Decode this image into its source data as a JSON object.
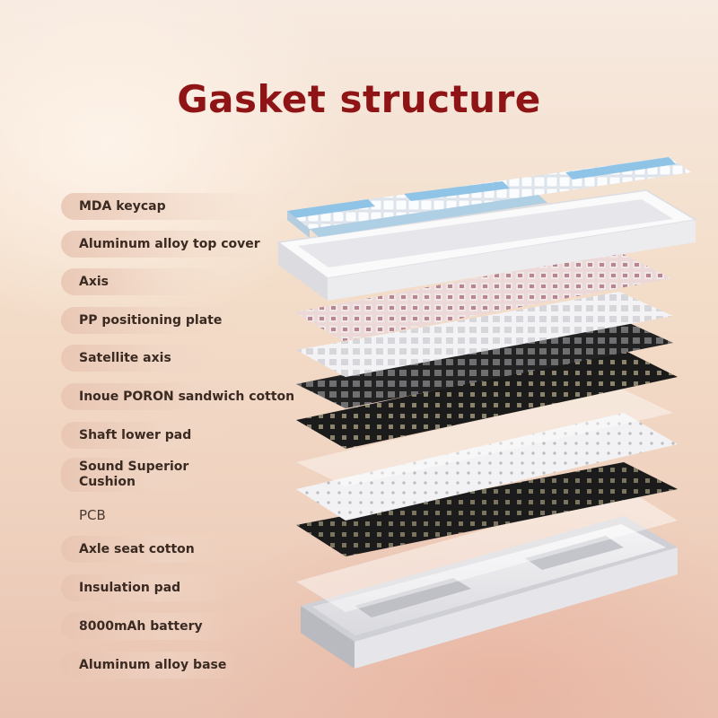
{
  "title": "Gasket structure",
  "layers": [
    {
      "label": "MDA keycap"
    },
    {
      "label": "Aluminum alloy top cover"
    },
    {
      "label": "Axis"
    },
    {
      "label": "PP positioning plate"
    },
    {
      "label": "Satellite axis"
    },
    {
      "label": "Inoue PORON sandwich cotton"
    },
    {
      "label": "Shaft lower pad"
    },
    {
      "label": "Sound Superior Cushion"
    },
    {
      "label": "PCB"
    },
    {
      "label": "Axle seat cotton"
    },
    {
      "label": "Insulation pad"
    },
    {
      "label": "8000mAh battery"
    },
    {
      "label": "Aluminum alloy base"
    }
  ],
  "colors": {
    "title": "#8f1416",
    "keycap_blue": "#8fc4e6",
    "keycap_white": "#f4f6f9",
    "foam_black": "#1c1b1c",
    "switch_pink": "#c99aa6"
  }
}
